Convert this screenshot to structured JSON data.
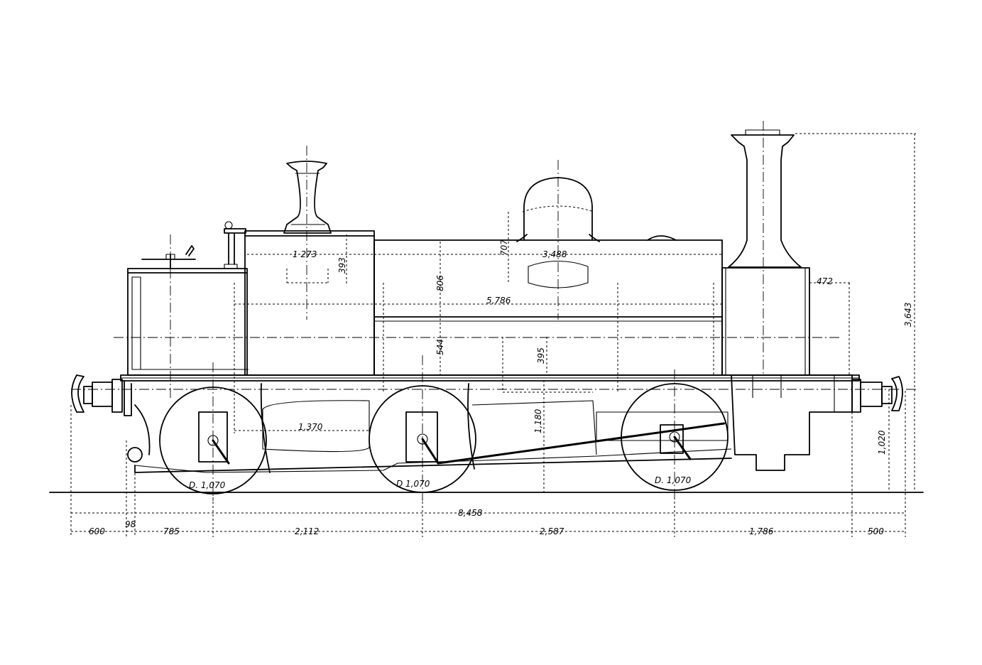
{
  "diagram": {
    "dimensions": {
      "length_overall": "8,458",
      "overall_height": "3,643",
      "buffer_height": "1,020",
      "boiler_centre_height": "1,180",
      "smokebox_length": "472",
      "tank_length": "5,786",
      "dome_position": "3,488",
      "firebox_width": "1 273",
      "tank_height": "806",
      "dome_height": "707",
      "safety_valve_height": "393",
      "lower_tank_height": "544",
      "frame_height": "395",
      "side_frame_length": "1,370",
      "front_overhang": "600",
      "buffer_offset": "98",
      "rear_overhang": "785",
      "wheelbase_rear": "2,112",
      "wheelbase_front": "2,587",
      "front_end": "1,786",
      "buffer_beam": "500"
    },
    "wheel_labels": {
      "rear": "D. 1,070",
      "middle": "D  1,070",
      "front": "D. 1,070"
    }
  }
}
